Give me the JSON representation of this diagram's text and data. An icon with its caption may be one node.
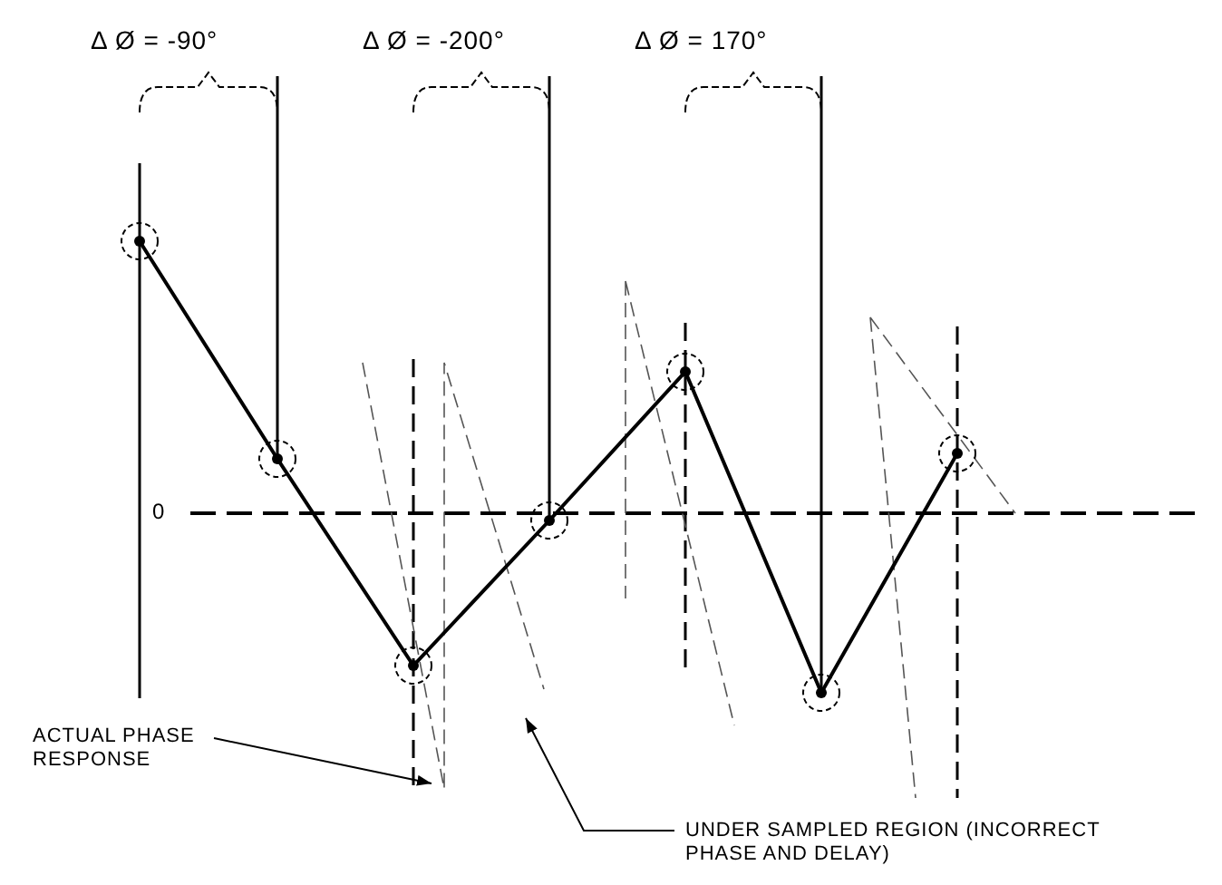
{
  "diagram": {
    "nodes": [
      {
        "text": [
          "ACTUAL PHASE RESPONSE"
        ]
      },
      {
        "text": [
          "UNDER SAMPLED REGION (INCORRECT PHASE AND DELAY)"
        ]
      }
    ],
    "edges": [
      {
        "from": 0,
        "to": null,
        "arrow": "to"
      },
      {
        "from": 1,
        "to": null,
        "arrow": "to"
      }
    ],
    "labels": [
      "Δ Ø = -90°",
      "Δ Ø = -200°",
      "Δ Ø = 170°",
      "0"
    ]
  }
}
